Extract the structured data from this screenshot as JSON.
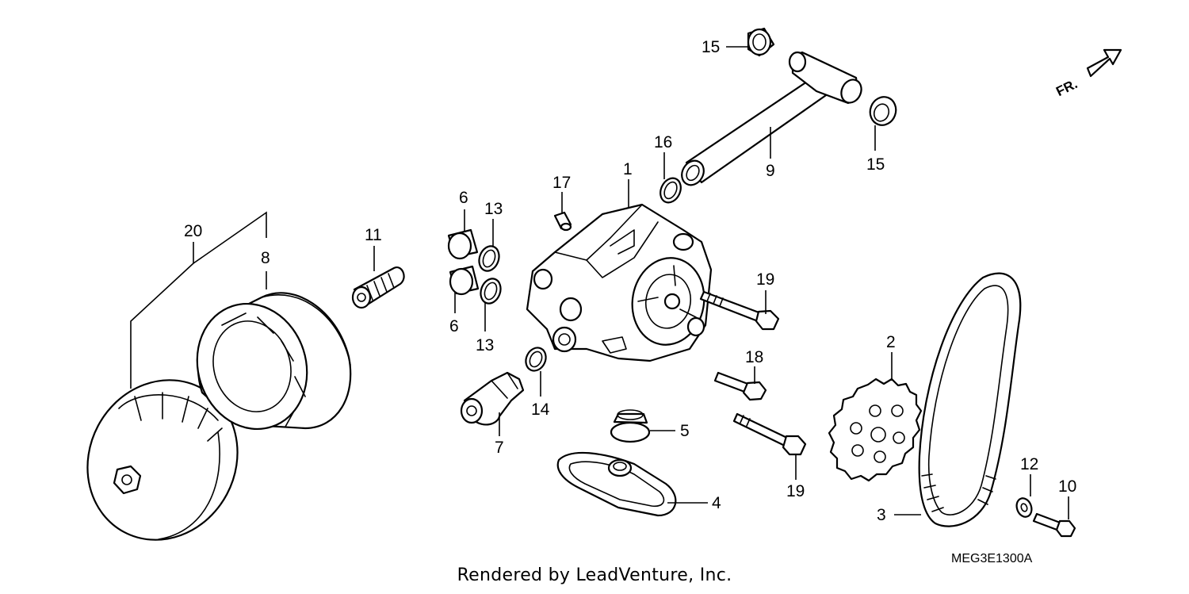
{
  "diagram": {
    "callouts": {
      "c1": "1",
      "c2": "2",
      "c3": "3",
      "c4": "4",
      "c5": "5",
      "c6a": "6",
      "c6b": "6",
      "c7": "7",
      "c8": "8",
      "c9": "9",
      "c10": "10",
      "c11": "11",
      "c12": "12",
      "c13a": "13",
      "c13b": "13",
      "c14": "14",
      "c15a": "15",
      "c15b": "15",
      "c16": "16",
      "c17": "17",
      "c18": "18",
      "c19a": "19",
      "c19b": "19",
      "c20": "20"
    },
    "direction_label": "FR.",
    "diagram_code": "MEG3E1300A",
    "footer": "Rendered by LeadVenture, Inc."
  }
}
